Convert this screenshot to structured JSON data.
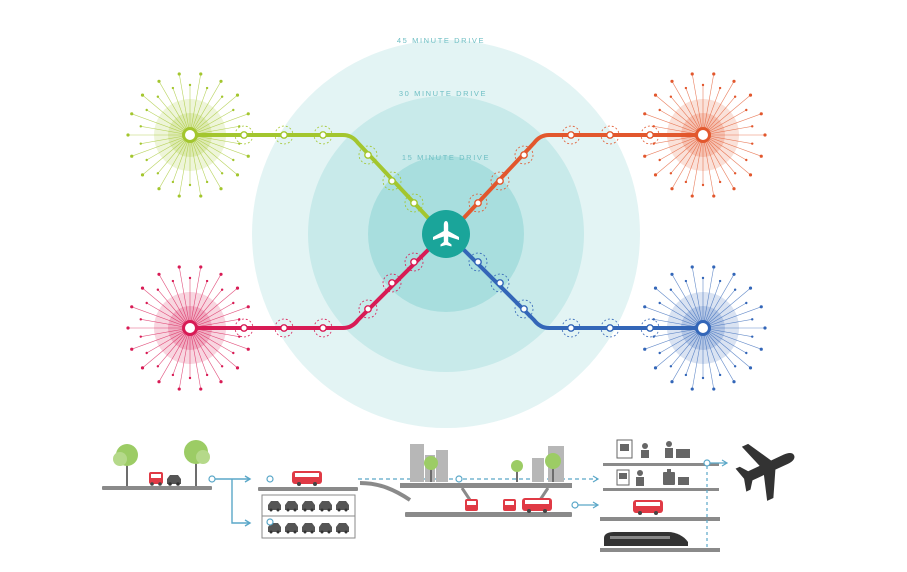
{
  "colors": {
    "background": "#ffffff",
    "ring_outer": "#e3f4f4",
    "ring_middle": "#c8eaea",
    "ring_inner": "#a8dede",
    "airport": "#1aa59a",
    "route_green": "#a3c62e",
    "route_orange": "#e2572d",
    "route_red": "#d81b55",
    "route_blue": "#3366b8",
    "ground": "#8a8a8a",
    "vehicle_red": "#e03a45",
    "flow_blue": "#5aa7c8",
    "tree": "#9ccc65"
  },
  "rings": [
    {
      "id": "45",
      "label": "45 MINUTE DRIVE"
    },
    {
      "id": "30",
      "label": "30 MINUTE DRIVE"
    },
    {
      "id": "15",
      "label": "15 MINUTE DRIVE"
    }
  ],
  "hub_icon": "airplane-icon",
  "routes": [
    {
      "id": "green",
      "color_key": "route_green",
      "direction": "north-west"
    },
    {
      "id": "orange",
      "color_key": "route_orange",
      "direction": "north-east"
    },
    {
      "id": "red",
      "color_key": "route_red",
      "direction": "south-west"
    },
    {
      "id": "blue",
      "color_key": "route_blue",
      "direction": "south-east"
    }
  ],
  "bottom_strip_icons": [
    "tree-icon",
    "car-icon",
    "bus-icon",
    "parking-garage-icon",
    "city-skyline-icon",
    "check-in-icon",
    "luggage-icon",
    "security-icon",
    "train-icon",
    "airplane-icon"
  ]
}
